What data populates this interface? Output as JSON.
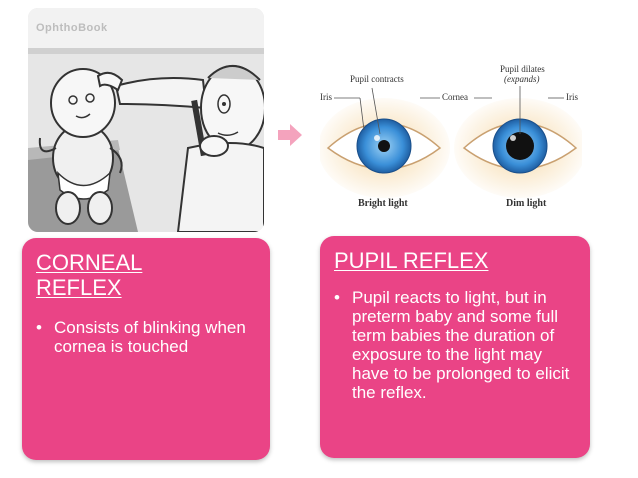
{
  "left_card": {
    "title_line1": "CORNEAL",
    "title_line2": "REFLEX",
    "bullet": "Consists of blinking when cornea is touched"
  },
  "right_card": {
    "title": "PUPIL REFLEX",
    "bullet": "Pupil reacts to light, but in preterm baby and some full term babies the duration of exposure to the light may have to be prolonged to elicit the reflex."
  },
  "left_illustration": {
    "watermark": "OphthoBook"
  },
  "right_illustration": {
    "label_pupil_contracts": "Pupil contracts",
    "label_pupil_dilates_line1": "Pupil dilates",
    "label_pupil_dilates_line2": "(expands)",
    "label_iris_left": "Iris",
    "label_cornea": "Cornea",
    "label_iris_right": "Iris",
    "caption_bright": "Bright light",
    "caption_dim": "Dim light"
  },
  "colors": {
    "card_pink": "#ea4486",
    "arrow_pink": "#f4a3bd",
    "iris_blue": "#3a8fd8"
  },
  "icons": {
    "arrow": "right-arrow-icon",
    "bullet": "bullet-dot"
  }
}
